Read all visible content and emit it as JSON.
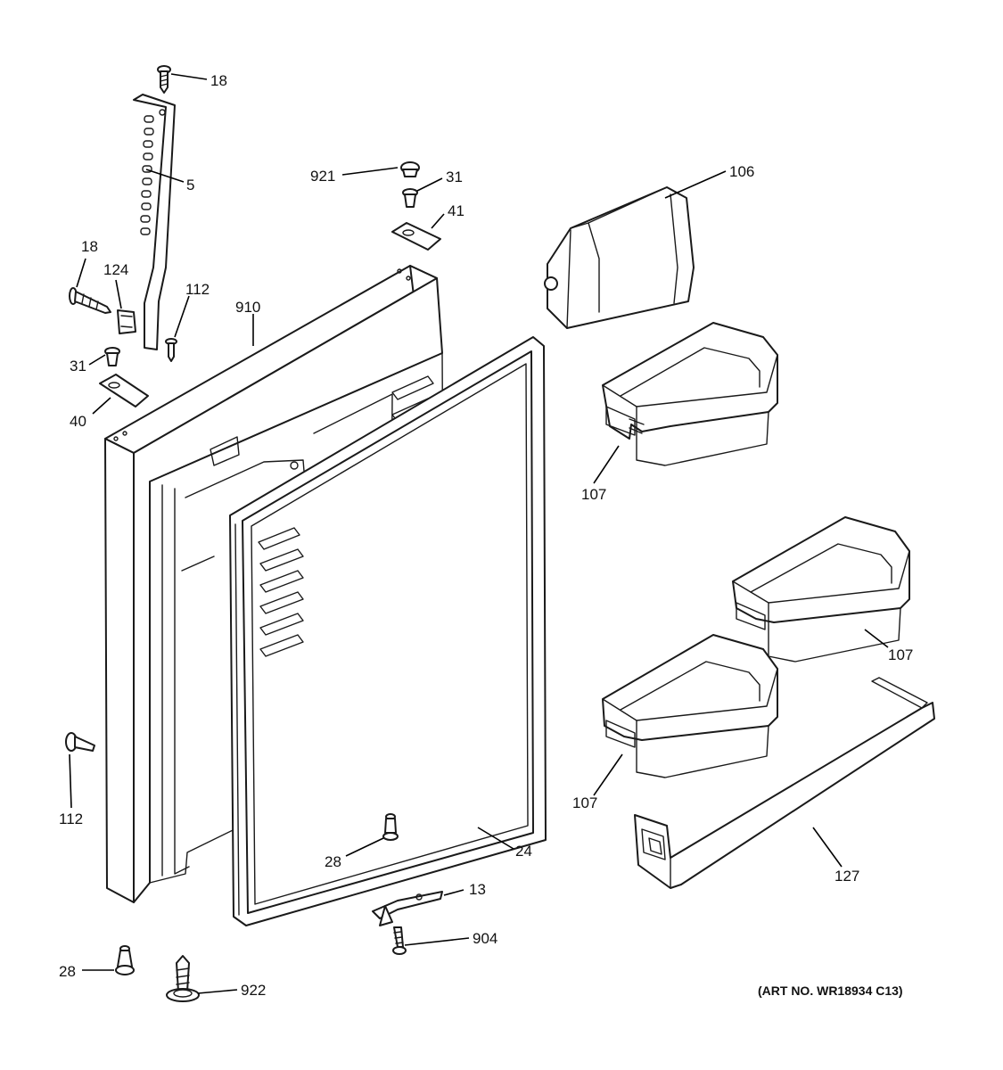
{
  "art_number": "(ART NO. WR18934 C13)",
  "callouts": [
    {
      "id": "c18a",
      "label": "18"
    },
    {
      "id": "c5",
      "label": "5"
    },
    {
      "id": "c921",
      "label": "921"
    },
    {
      "id": "c31a",
      "label": "31"
    },
    {
      "id": "c106",
      "label": "106"
    },
    {
      "id": "c41",
      "label": "41"
    },
    {
      "id": "c18b",
      "label": "18"
    },
    {
      "id": "c124",
      "label": "124"
    },
    {
      "id": "c112a",
      "label": "112"
    },
    {
      "id": "c910",
      "label": "910"
    },
    {
      "id": "c31b",
      "label": "31"
    },
    {
      "id": "c40",
      "label": "40"
    },
    {
      "id": "c107a",
      "label": "107"
    },
    {
      "id": "c107b",
      "label": "107"
    },
    {
      "id": "c112b",
      "label": "112"
    },
    {
      "id": "c107c",
      "label": "107"
    },
    {
      "id": "c28a",
      "label": "28"
    },
    {
      "id": "c24",
      "label": "24"
    },
    {
      "id": "c127",
      "label": "127"
    },
    {
      "id": "c13",
      "label": "13"
    },
    {
      "id": "c904",
      "label": "904"
    },
    {
      "id": "c28b",
      "label": "28"
    },
    {
      "id": "c922",
      "label": "922"
    }
  ]
}
